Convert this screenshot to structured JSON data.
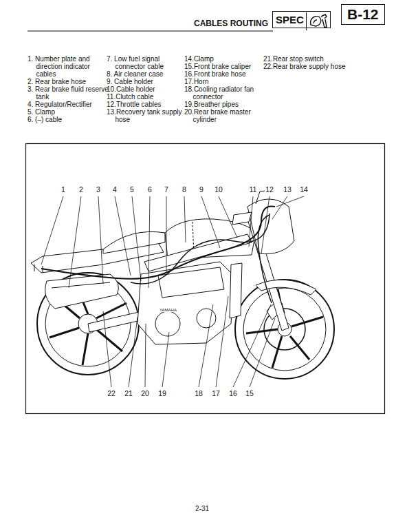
{
  "diagram": {
    "title": "CABLES ROUTING",
    "nodes": [
      {
        "text": [
          "SPEC"
        ]
      },
      {
        "text": [
          "B-12"
        ]
      }
    ],
    "labels": [
      "1. Number plate and direction indicator cables",
      "2. Rear brake hose",
      "3. Rear brake fluid reserve tank",
      "4. Regulator/Rectifier",
      "5. Clamp",
      "6. (–) cable",
      "7. Low fuel signal connector cable",
      "8. Air cleaner case",
      "9. Cable holder",
      "10.Cable holder",
      "11.Clutch cable",
      "12.Throttle cables",
      "13.Recovery tank supply hose",
      "14.Clamp",
      "15.Front brake caliper",
      "16.Front brake hose",
      "17.Horn",
      "18.Cooling radiator fan connector",
      "19.Breather pipes",
      "20.Rear brake master cylinder",
      "21.Rear stop switch",
      "22.Rear brake supply hose",
      "1",
      "2",
      "3",
      "4",
      "5",
      "6",
      "7",
      "8",
      "9",
      "10",
      "11",
      "12",
      "13",
      "14",
      "22",
      "21",
      "20",
      "19",
      "18",
      "17",
      "16",
      "15",
      "YAMAHA",
      "2-31"
    ]
  }
}
